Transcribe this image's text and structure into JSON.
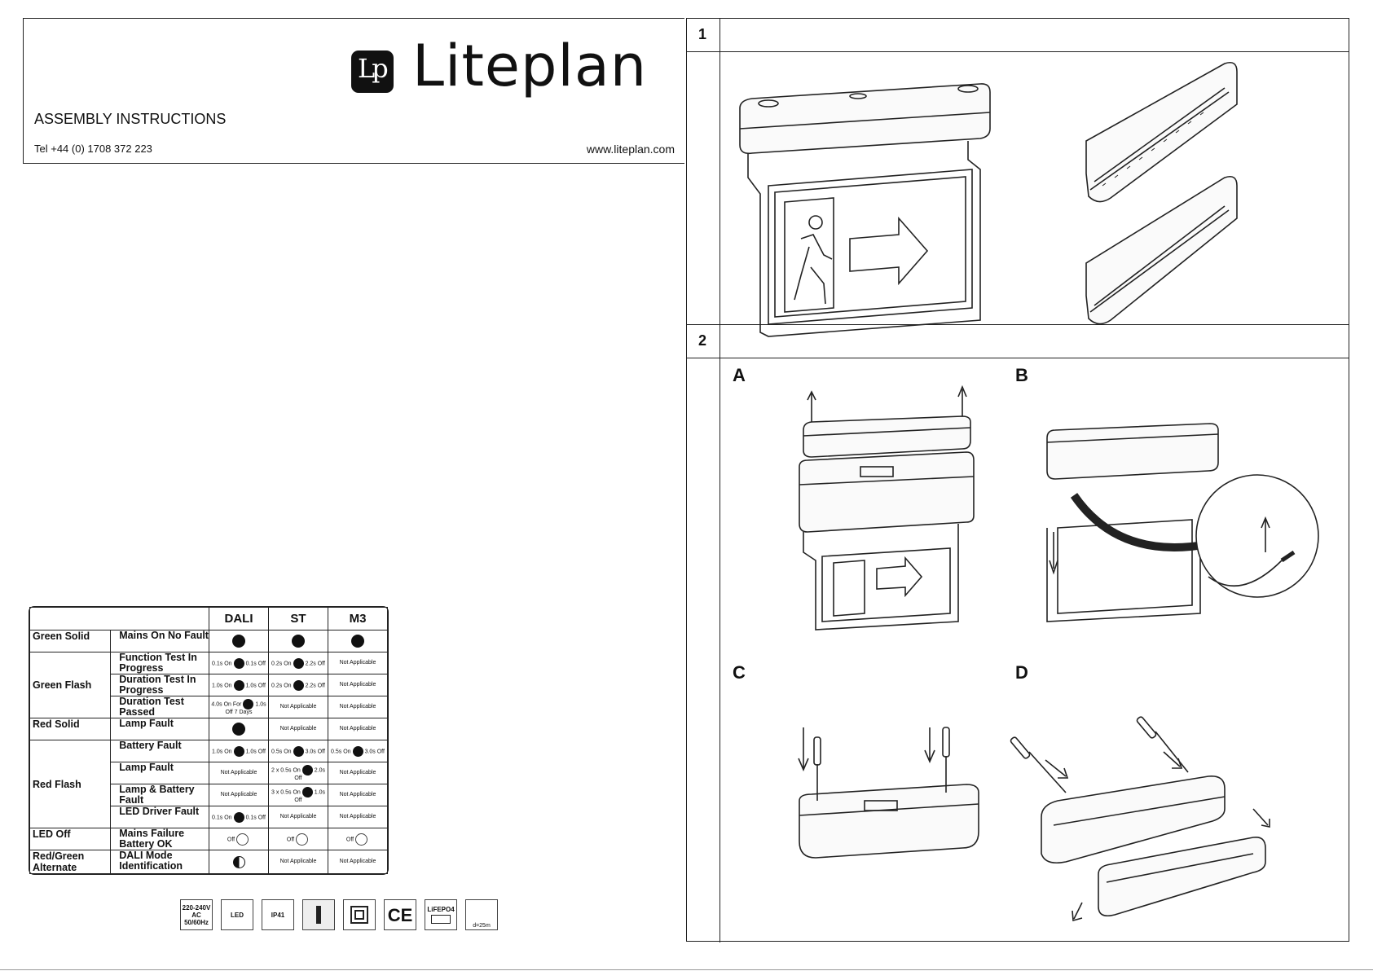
{
  "brand": {
    "logo_mark": "Lp",
    "name": "Liteplan"
  },
  "header": {
    "title": "ASSEMBLY INSTRUCTIONS",
    "tel": "Tel +44 (0) 1708 372 223",
    "website": "www.liteplan.com"
  },
  "steps": {
    "step1": "1",
    "step2": "2"
  },
  "substeps": {
    "a": "A",
    "b": "B",
    "c": "C",
    "d": "D"
  },
  "status_table": {
    "headers": [
      "DALI",
      "ST",
      "M3"
    ],
    "rows": [
      {
        "group": "Green Solid",
        "state": "Mains On No Fault"
      },
      {
        "group": "Green Flash",
        "state": "Function Test In Progress",
        "dali": [
          "0.1s On",
          "0.1s Off"
        ],
        "st": [
          "0.2s On",
          "2.2s Off"
        ],
        "m3": "Not Applicable"
      },
      {
        "state": "Duration Test In Progress",
        "dali": [
          "1.0s On",
          "1.0s Off"
        ],
        "st": [
          "0.2s On",
          "2.2s Off"
        ],
        "m3": "Not Applicable"
      },
      {
        "state": "Duration Test Passed",
        "dali": [
          "4.0s On For",
          "1.0s Off 7 Days"
        ],
        "st": "Not Applicable",
        "m3": "Not Applicable"
      },
      {
        "group": "Red Solid",
        "state": "Lamp Fault",
        "st": "Not Applicable",
        "m3": "Not Applicable"
      },
      {
        "group": "Red Flash",
        "state": "Battery Fault",
        "dali": [
          "1.0s On",
          "1.0s Off"
        ],
        "st": [
          "0.5s On",
          "3.0s Off"
        ],
        "m3": [
          "0.5s On",
          "3.0s Off"
        ]
      },
      {
        "state": "Lamp Fault",
        "dali": "Not Applicable",
        "st": [
          "2 x 0.5s On",
          "2.0s Off"
        ],
        "m3": "Not Applicable"
      },
      {
        "state": "Lamp & Battery Fault",
        "dali": "Not Applicable",
        "st": [
          "3 x 0.5s On",
          "1.0s Off"
        ],
        "m3": "Not Applicable"
      },
      {
        "state": "LED Driver Fault",
        "dali": [
          "0.1s On",
          "0.1s Off"
        ],
        "st": "Not Applicable",
        "m3": "Not Applicable"
      },
      {
        "group": "LED Off",
        "state": "Mains Failure Battery OK",
        "dali": "Off",
        "st": "Off",
        "m3": "Off"
      },
      {
        "group": "Red/Green Alternate",
        "state": "DALI Mode Identification",
        "st": "Not Applicable",
        "m3": "Not Applicable"
      }
    ]
  },
  "spec_icons": [
    {
      "name": "voltage",
      "label": "220-240V AC 50/60Hz"
    },
    {
      "name": "led",
      "label": "LED"
    },
    {
      "name": "ip",
      "label": "IP41"
    },
    {
      "name": "wall-mount",
      "label": ""
    },
    {
      "name": "class-ii",
      "label": ""
    },
    {
      "name": "ce",
      "label": "CE"
    },
    {
      "name": "battery",
      "label": "LiFEPO4"
    },
    {
      "name": "distance",
      "label": "d=25m"
    }
  ]
}
